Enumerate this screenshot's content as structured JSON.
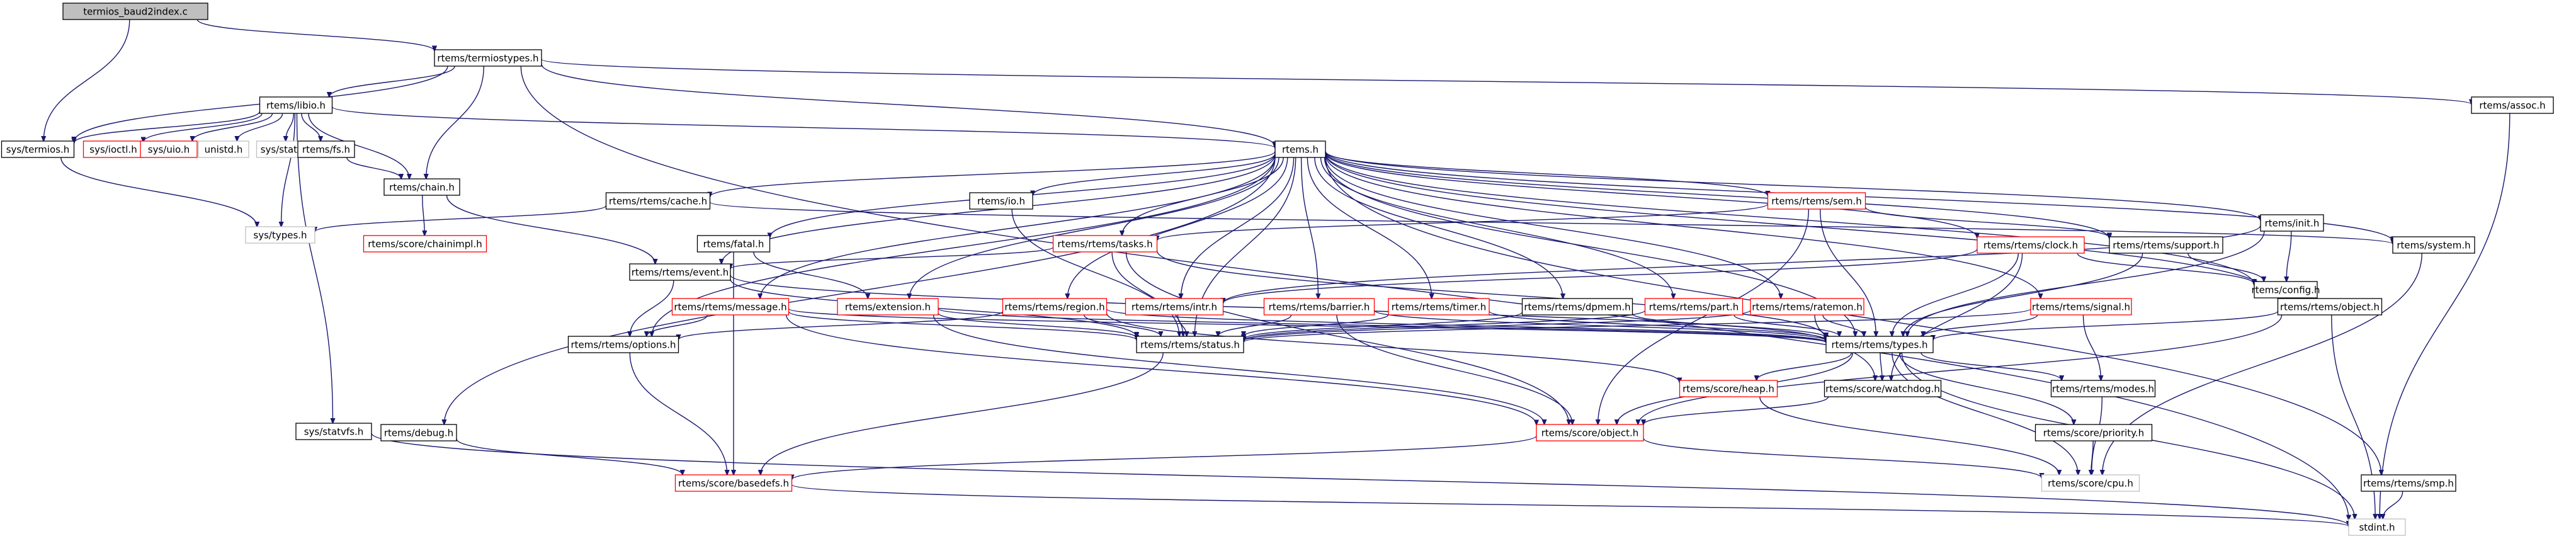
{
  "colors": {
    "edge": "#191970",
    "box_normal": "#000000",
    "box_missing": "#bfbfbf",
    "box_incomplete": "#ff0000",
    "fill_root": "#bfbfbf",
    "fill_normal": "#ffffff"
  },
  "nodes": [
    {
      "id": "root",
      "label": "termios_baud2index.c",
      "kind": "root"
    },
    {
      "id": "termiostypes",
      "label": "rtems/termiostypes.h",
      "kind": "normal"
    },
    {
      "id": "libio",
      "label": "rtems/libio.h",
      "kind": "normal"
    },
    {
      "id": "assoc",
      "label": "rtems/assoc.h",
      "kind": "normal"
    },
    {
      "id": "systermios",
      "label": "sys/termios.h",
      "kind": "normal"
    },
    {
      "id": "sysioctl",
      "label": "sys/ioctl.h",
      "kind": "incomplete"
    },
    {
      "id": "sysuio",
      "label": "sys/uio.h",
      "kind": "incomplete"
    },
    {
      "id": "unistd",
      "label": "unistd.h",
      "kind": "missing"
    },
    {
      "id": "sysstat",
      "label": "sys/stat.h",
      "kind": "missing"
    },
    {
      "id": "rtemsfs",
      "label": "rtems/fs.h",
      "kind": "normal"
    },
    {
      "id": "rtemsh",
      "label": "rtems.h",
      "kind": "normal"
    },
    {
      "id": "chain",
      "label": "rtems/chain.h",
      "kind": "normal"
    },
    {
      "id": "systypes",
      "label": "sys/types.h",
      "kind": "missing"
    },
    {
      "id": "chainimpl",
      "label": "rtems/score/chainimpl.h",
      "kind": "incomplete"
    },
    {
      "id": "sysstatvfs",
      "label": "sys/statvfs.h",
      "kind": "normal"
    },
    {
      "id": "cache",
      "label": "rtems/rtems/cache.h",
      "kind": "normal"
    },
    {
      "id": "io",
      "label": "rtems/io.h",
      "kind": "normal"
    },
    {
      "id": "sem",
      "label": "rtems/rtems/sem.h",
      "kind": "incomplete"
    },
    {
      "id": "fatal",
      "label": "rtems/fatal.h",
      "kind": "normal"
    },
    {
      "id": "tasks",
      "label": "rtems/rtems/tasks.h",
      "kind": "incomplete"
    },
    {
      "id": "clock",
      "label": "rtems/rtems/clock.h",
      "kind": "incomplete"
    },
    {
      "id": "support",
      "label": "rtems/rtems/support.h",
      "kind": "normal"
    },
    {
      "id": "init",
      "label": "rtems/init.h",
      "kind": "normal"
    },
    {
      "id": "system",
      "label": "rtems/system.h",
      "kind": "normal"
    },
    {
      "id": "event",
      "label": "rtems/rtems/event.h",
      "kind": "normal"
    },
    {
      "id": "message",
      "label": "rtems/rtems/message.h",
      "kind": "incomplete"
    },
    {
      "id": "extension",
      "label": "rtems/extension.h",
      "kind": "incomplete"
    },
    {
      "id": "region",
      "label": "rtems/rtems/region.h",
      "kind": "incomplete"
    },
    {
      "id": "intr",
      "label": "rtems/rtems/intr.h",
      "kind": "incomplete"
    },
    {
      "id": "barrier",
      "label": "rtems/rtems/barrier.h",
      "kind": "incomplete"
    },
    {
      "id": "timer",
      "label": "rtems/rtems/timer.h",
      "kind": "incomplete"
    },
    {
      "id": "dpmem",
      "label": "rtems/rtems/dpmem.h",
      "kind": "normal"
    },
    {
      "id": "part",
      "label": "rtems/rtems/part.h",
      "kind": "incomplete"
    },
    {
      "id": "ratemon",
      "label": "rtems/rtems/ratemon.h",
      "kind": "incomplete"
    },
    {
      "id": "signal",
      "label": "rtems/rtems/signal.h",
      "kind": "incomplete"
    },
    {
      "id": "config",
      "label": "rtems/config.h",
      "kind": "normal"
    },
    {
      "id": "object",
      "label": "rtems/rtems/object.h",
      "kind": "normal"
    },
    {
      "id": "options",
      "label": "rtems/rtems/options.h",
      "kind": "normal"
    },
    {
      "id": "status",
      "label": "rtems/rtems/status.h",
      "kind": "normal"
    },
    {
      "id": "types",
      "label": "rtems/rtems/types.h",
      "kind": "normal"
    },
    {
      "id": "heap",
      "label": "rtems/score/heap.h",
      "kind": "incomplete"
    },
    {
      "id": "watchdog",
      "label": "rtems/score/watchdog.h",
      "kind": "normal"
    },
    {
      "id": "modes",
      "label": "rtems/rtems/modes.h",
      "kind": "normal"
    },
    {
      "id": "debug",
      "label": "rtems/debug.h",
      "kind": "normal"
    },
    {
      "id": "scoreobject",
      "label": "rtems/score/object.h",
      "kind": "incomplete"
    },
    {
      "id": "priority",
      "label": "rtems/score/priority.h",
      "kind": "normal"
    },
    {
      "id": "basedefs",
      "label": "rtems/score/basedefs.h",
      "kind": "incomplete"
    },
    {
      "id": "cpu",
      "label": "rtems/score/cpu.h",
      "kind": "missing"
    },
    {
      "id": "smp",
      "label": "rtems/rtems/smp.h",
      "kind": "normal"
    },
    {
      "id": "stdint",
      "label": "stdint.h",
      "kind": "missing"
    }
  ],
  "edges": [
    [
      "root",
      "termiostypes"
    ],
    [
      "root",
      "systermios"
    ],
    [
      "termiostypes",
      "libio"
    ],
    [
      "termiostypes",
      "assoc"
    ],
    [
      "termiostypes",
      "systermios"
    ],
    [
      "termiostypes",
      "rtemsh"
    ],
    [
      "termiostypes",
      "chain"
    ],
    [
      "termiostypes",
      "stdint"
    ],
    [
      "libio",
      "systermios"
    ],
    [
      "libio",
      "sysioctl"
    ],
    [
      "libio",
      "sysuio"
    ],
    [
      "libio",
      "unistd"
    ],
    [
      "libio",
      "sysstat"
    ],
    [
      "libio",
      "rtemsfs"
    ],
    [
      "libio",
      "rtemsh"
    ],
    [
      "libio",
      "chain"
    ],
    [
      "libio",
      "systypes"
    ],
    [
      "libio",
      "sysstatvfs"
    ],
    [
      "assoc",
      "stdint"
    ],
    [
      "systermios",
      "systypes"
    ],
    [
      "rtemsfs",
      "chain"
    ],
    [
      "chain",
      "chainimpl"
    ],
    [
      "chain",
      "event"
    ],
    [
      "sysstatvfs",
      "stdint"
    ],
    [
      "rtemsh",
      "cache"
    ],
    [
      "rtemsh",
      "io"
    ],
    [
      "rtemsh",
      "sem"
    ],
    [
      "rtemsh",
      "fatal"
    ],
    [
      "rtemsh",
      "tasks"
    ],
    [
      "rtemsh",
      "clock"
    ],
    [
      "rtemsh",
      "support"
    ],
    [
      "rtemsh",
      "init"
    ],
    [
      "rtemsh",
      "system"
    ],
    [
      "rtemsh",
      "event"
    ],
    [
      "rtemsh",
      "message"
    ],
    [
      "rtemsh",
      "extension"
    ],
    [
      "rtemsh",
      "region"
    ],
    [
      "rtemsh",
      "intr"
    ],
    [
      "rtemsh",
      "barrier"
    ],
    [
      "rtemsh",
      "timer"
    ],
    [
      "rtemsh",
      "dpmem"
    ],
    [
      "rtemsh",
      "part"
    ],
    [
      "rtemsh",
      "ratemon"
    ],
    [
      "rtemsh",
      "signal"
    ],
    [
      "rtemsh",
      "config"
    ],
    [
      "rtemsh",
      "object"
    ],
    [
      "rtemsh",
      "smp"
    ],
    [
      "rtemsh",
      "debug"
    ],
    [
      "rtemsh",
      "options"
    ],
    [
      "rtemsh",
      "status"
    ],
    [
      "rtemsh",
      "types"
    ],
    [
      "cache",
      "systypes"
    ],
    [
      "cache",
      "system"
    ],
    [
      "io",
      "status"
    ],
    [
      "sem",
      "tasks"
    ],
    [
      "sem",
      "support"
    ],
    [
      "sem",
      "types"
    ],
    [
      "sem",
      "scoreobject"
    ],
    [
      "fatal",
      "extension"
    ],
    [
      "fatal",
      "basedefs"
    ],
    [
      "tasks",
      "event"
    ],
    [
      "tasks",
      "types"
    ],
    [
      "tasks",
      "status"
    ],
    [
      "tasks",
      "scoreobject"
    ],
    [
      "clock",
      "intr"
    ],
    [
      "clock",
      "config"
    ],
    [
      "clock",
      "types"
    ],
    [
      "clock",
      "watchdog"
    ],
    [
      "support",
      "config"
    ],
    [
      "support",
      "types"
    ],
    [
      "init",
      "intr"
    ],
    [
      "init",
      "config"
    ],
    [
      "init",
      "types"
    ],
    [
      "system",
      "cpu"
    ],
    [
      "event",
      "options"
    ],
    [
      "event",
      "status"
    ],
    [
      "event",
      "types"
    ],
    [
      "message",
      "options"
    ],
    [
      "message",
      "status"
    ],
    [
      "message",
      "types"
    ],
    [
      "message",
      "scoreobject"
    ],
    [
      "extension",
      "status"
    ],
    [
      "extension",
      "types"
    ],
    [
      "extension",
      "scoreobject"
    ],
    [
      "region",
      "options"
    ],
    [
      "region",
      "status"
    ],
    [
      "region",
      "types"
    ],
    [
      "region",
      "heap"
    ],
    [
      "intr",
      "status"
    ],
    [
      "barrier",
      "status"
    ],
    [
      "barrier",
      "types"
    ],
    [
      "barrier",
      "scoreobject"
    ],
    [
      "timer",
      "status"
    ],
    [
      "timer",
      "types"
    ],
    [
      "dpmem",
      "status"
    ],
    [
      "dpmem",
      "types"
    ],
    [
      "part",
      "status"
    ],
    [
      "part",
      "types"
    ],
    [
      "ratemon",
      "status"
    ],
    [
      "ratemon",
      "types"
    ],
    [
      "ratemon",
      "watchdog"
    ],
    [
      "signal",
      "types"
    ],
    [
      "signal",
      "modes"
    ],
    [
      "signal",
      "status"
    ],
    [
      "object",
      "types"
    ],
    [
      "object",
      "stdint"
    ],
    [
      "object",
      "scoreobject"
    ],
    [
      "options",
      "basedefs"
    ],
    [
      "status",
      "basedefs"
    ],
    [
      "types",
      "heap"
    ],
    [
      "types",
      "watchdog"
    ],
    [
      "types",
      "modes"
    ],
    [
      "types",
      "priority"
    ],
    [
      "types",
      "scoreobject"
    ],
    [
      "types",
      "stdint"
    ],
    [
      "types",
      "cpu"
    ],
    [
      "heap",
      "cpu"
    ],
    [
      "watchdog",
      "scoreobject"
    ],
    [
      "modes",
      "cpu"
    ],
    [
      "debug",
      "basedefs"
    ],
    [
      "scoreobject",
      "basedefs"
    ],
    [
      "scoreobject",
      "cpu"
    ],
    [
      "priority",
      "cpu"
    ],
    [
      "basedefs",
      "stdint"
    ],
    [
      "smp",
      "stdint"
    ]
  ]
}
